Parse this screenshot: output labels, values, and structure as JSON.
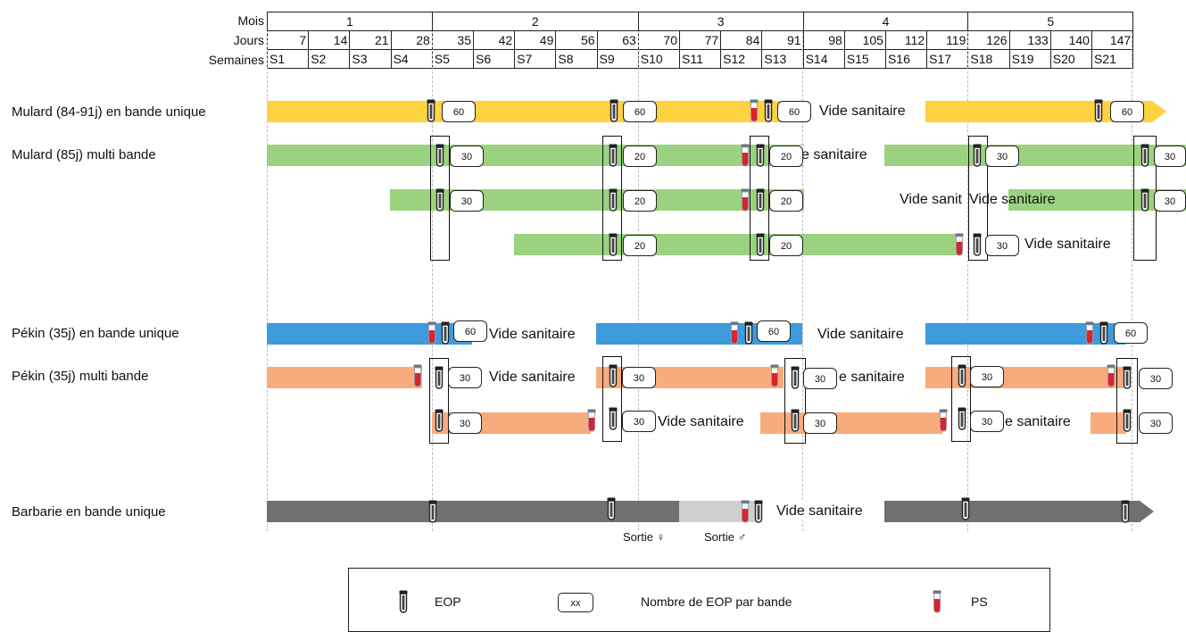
{
  "header": {
    "mois_label": "Mois",
    "jours_label": "Jours",
    "semaines_label": "Semaines",
    "mois": [
      "1",
      "2",
      "3",
      "4",
      "5"
    ],
    "jours": [
      "7",
      "14",
      "21",
      "28",
      "35",
      "42",
      "49",
      "56",
      "63",
      "70",
      "77",
      "84",
      "91",
      "98",
      "105",
      "112",
      "119",
      "126",
      "133",
      "140",
      "147"
    ],
    "semaines": [
      "S1",
      "S2",
      "S3",
      "S4",
      "S5",
      "S6",
      "S7",
      "S8",
      "S9",
      "S10",
      "S11",
      "S12",
      "S13",
      "S14",
      "S15",
      "S16",
      "S17",
      "S18",
      "S19",
      "S20",
      "S21"
    ]
  },
  "rows": {
    "mulard_unique": "Mulard (84-91j) en bande unique",
    "mulard_multi": "Mulard  (85j)  multi bande",
    "pekin_unique": "Pékin (35j) en bande unique",
    "pekin_multi": "Pékin (35j) multi bande",
    "barbarie": "Barbarie en bande unique"
  },
  "text": {
    "vide_sanitaire": "Vide sanitaire",
    "vide_sanit_partial": "Vide sanit",
    "e_sanitaire": "e sanitaire",
    "vide_sanitaire_clipped": "Vide sanitaire",
    "sortie_f": "Sortie ♀",
    "sortie_m": "Sortie ♂"
  },
  "counts": {
    "c60": "60",
    "c30": "30",
    "c20": "20"
  },
  "colors": {
    "mulard_unique": "#FFD23F",
    "mulard_multi": "#9BD27F",
    "pekin_unique": "#3E9BDC",
    "pekin_multi": "#F8AB7D",
    "barbarie": "#707070",
    "barbarie_light": "#CFCFCF",
    "ps_red": "#D7242F"
  },
  "legend": {
    "eop": "EOP",
    "box": "xx",
    "box_desc": "Nombre de EOP par bande",
    "ps": "PS"
  }
}
